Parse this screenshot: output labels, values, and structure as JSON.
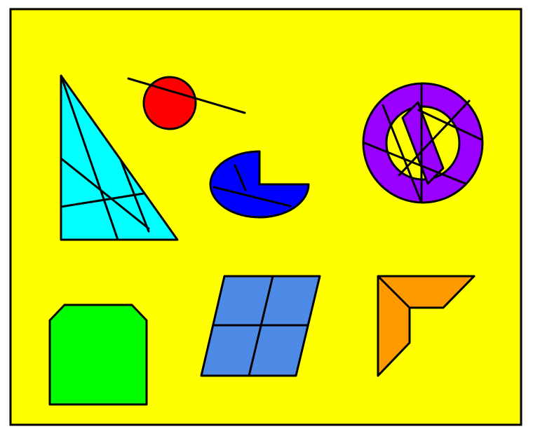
{
  "colors": {
    "page_bg": "#ffffff",
    "panel_bg": "#ffff00",
    "outline": "#000000",
    "triangle": "#00ffff",
    "circle": "#ff0000",
    "pacman": "#0000ff",
    "no_sign": "#9900ff",
    "octagon": "#00ff00",
    "parallelogram": "#4d8ae6",
    "corner": "#ff9900"
  },
  "shapes": [
    {
      "id": "right-triangle",
      "kind": "triangle",
      "color_key": "triangle",
      "cuts": 4
    },
    {
      "id": "red-circle",
      "kind": "circle",
      "color_key": "circle",
      "cuts": 1
    },
    {
      "id": "blue-sector",
      "kind": "sector",
      "color_key": "pacman",
      "cuts": 2
    },
    {
      "id": "purple-no-sign",
      "kind": "ring-with-bar",
      "color_key": "no_sign",
      "cuts": 5
    },
    {
      "id": "green-octagon",
      "kind": "chamfered-rectangle",
      "color_key": "octagon",
      "cuts": 0
    },
    {
      "id": "blue-parallelogram",
      "kind": "parallelogram",
      "color_key": "parallelogram",
      "cuts": 2
    },
    {
      "id": "orange-corner",
      "kind": "l-bracket",
      "color_key": "corner",
      "cuts": 1
    }
  ]
}
